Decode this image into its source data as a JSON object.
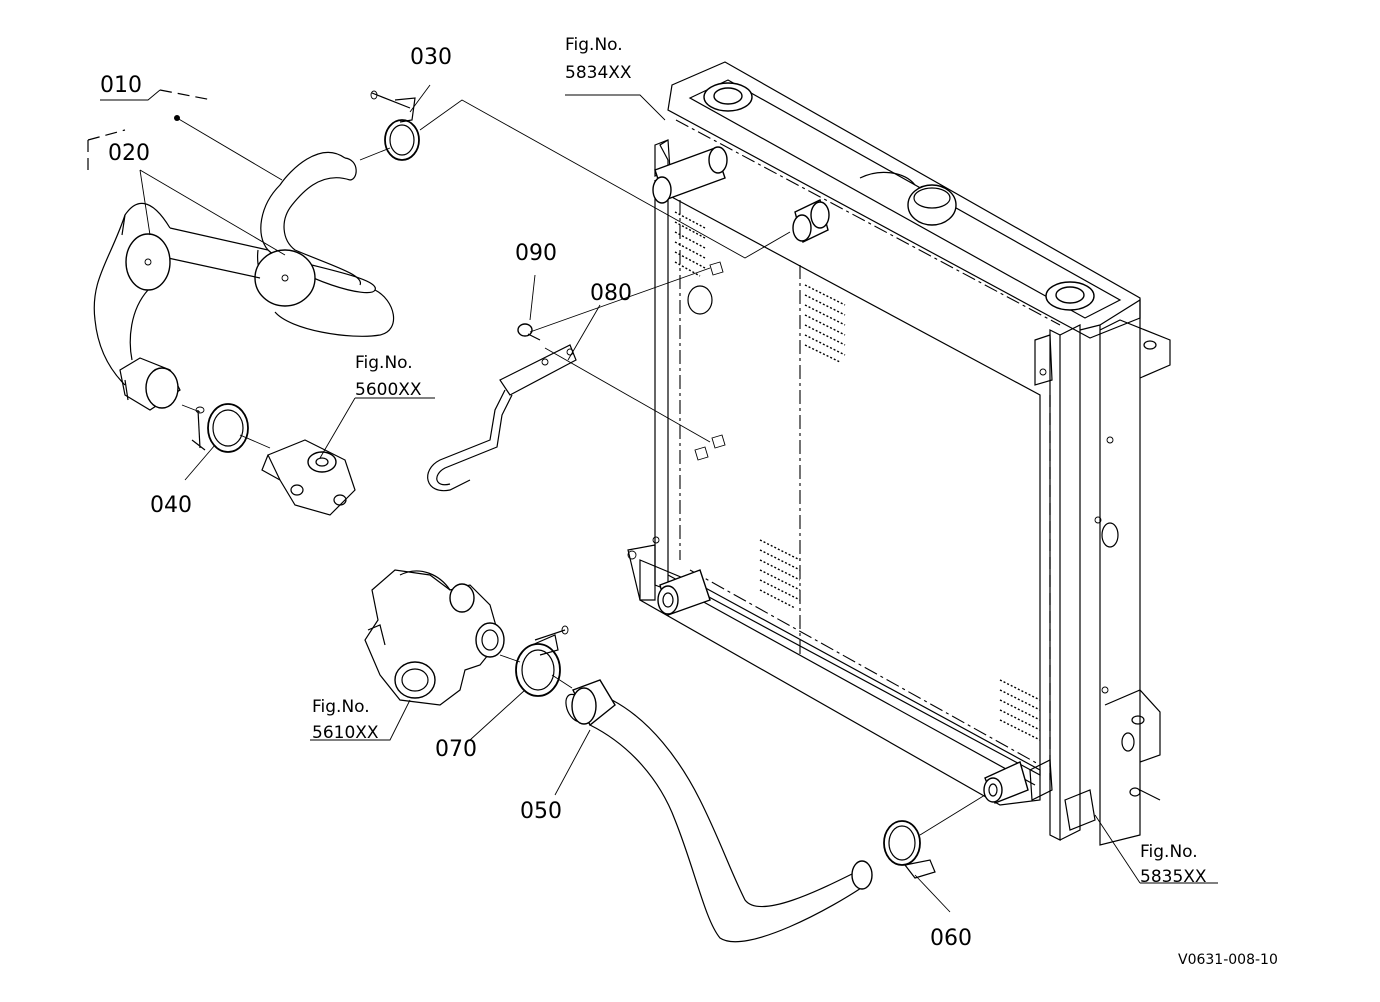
{
  "parts": {
    "p010": "010",
    "p020": "020",
    "p030": "030",
    "p040": "040",
    "p050": "050",
    "p060": "060",
    "p070": "070",
    "p080": "080",
    "p090": "090"
  },
  "figures": {
    "fig_label": "Fig.No.",
    "f5834": "5834XX",
    "f5600": "5600XX",
    "f5610": "5610XX",
    "f5835": "5835XX"
  },
  "drawing_code": "V0631-008-10"
}
